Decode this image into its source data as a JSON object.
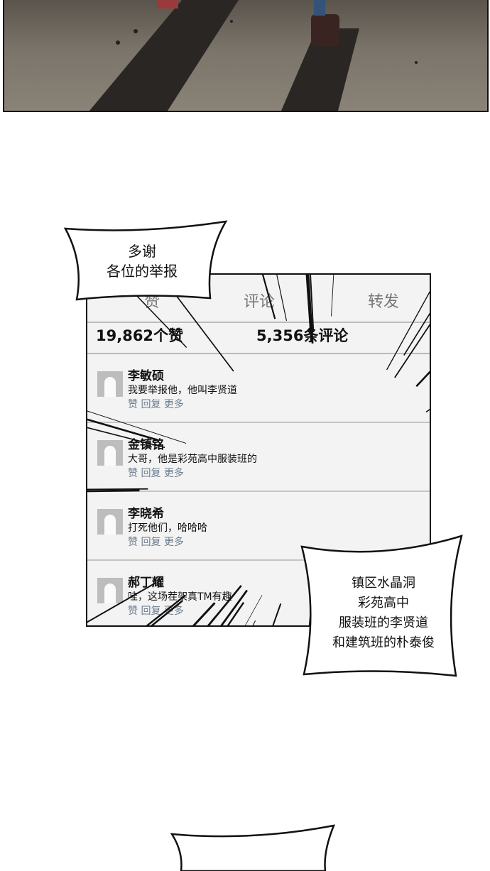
{
  "bubble_top": {
    "lines": [
      "多谢",
      "各位的举报"
    ]
  },
  "phone": {
    "tabs": [
      {
        "label": "赞"
      },
      {
        "label": "评论"
      },
      {
        "label": "转发"
      }
    ],
    "likes": "19,862个赞",
    "comments_count": "5,356条评论",
    "comments": [
      {
        "name": "李敏硕",
        "text": "我要举报他，他叫李贤道",
        "actions": "赞 回复 更多"
      },
      {
        "name": "金镇铭",
        "text": "大哥，他是彩苑高中服装班的",
        "actions": "赞 回复 更多"
      },
      {
        "name": "李晓希",
        "text": "打死他们，哈哈哈",
        "actions": "赞 回复 更多"
      },
      {
        "name": "郝丁耀",
        "text": "哇，这场茬架真TM有趣",
        "actions": "赞 回复 更多"
      }
    ]
  },
  "bubble_right": {
    "lines": [
      "镇区水晶洞",
      "彩苑高中",
      "服装班的李贤道",
      "和建筑班的朴泰俊"
    ]
  },
  "colors": {
    "action_text": "#6b7d8f",
    "panel_dark": "#5a544c"
  }
}
